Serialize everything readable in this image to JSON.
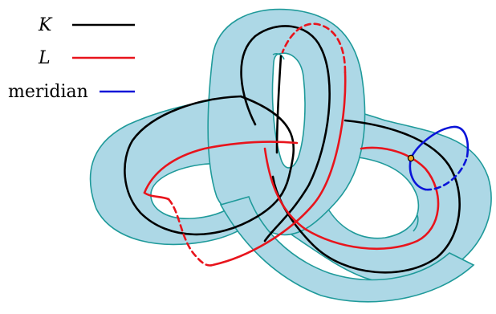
{
  "legend": {
    "items": [
      {
        "label": "K",
        "color": "#000000",
        "italic": true
      },
      {
        "label": "L",
        "color": "#e8141c",
        "italic": true
      },
      {
        "label": "meridian",
        "color": "#0a14d8",
        "italic": false
      }
    ]
  },
  "colors": {
    "band_fill": "#add8e6",
    "band_edge": "#1f9a9a",
    "K": "#000000",
    "L": "#e8141c",
    "meridian": "#0a14d8",
    "point": "#f2a81d"
  }
}
